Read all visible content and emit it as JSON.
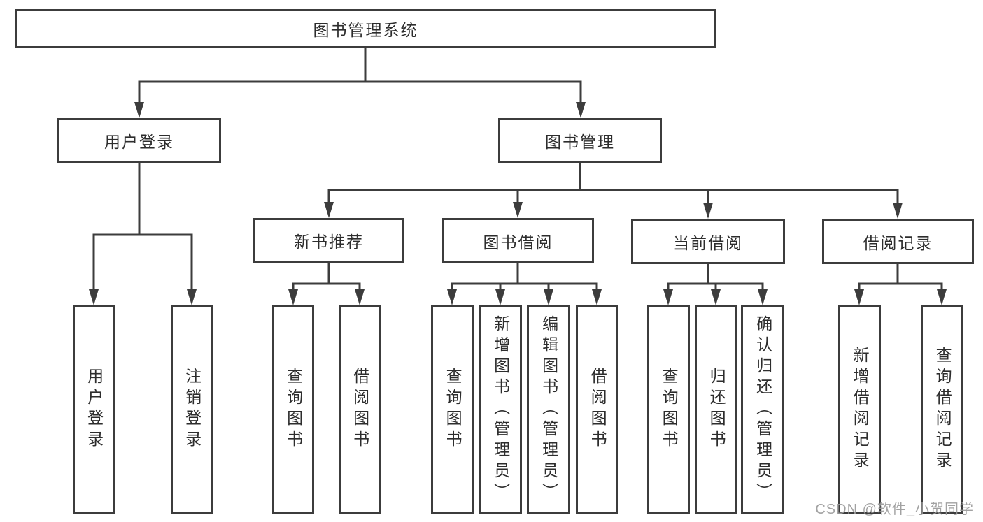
{
  "diagram": {
    "root": {
      "label": "图书管理系统"
    },
    "branches": [
      {
        "label": "用户登录",
        "children": [
          {
            "label": "用户登录"
          },
          {
            "label": "注销登录"
          }
        ]
      },
      {
        "label": "图书管理",
        "children": [
          {
            "label": "新书推荐",
            "children": [
              {
                "label": "查询图书"
              },
              {
                "label": "借阅图书"
              }
            ]
          },
          {
            "label": "图书借阅",
            "children": [
              {
                "label": "查询图书"
              },
              {
                "label": "新增图书（管理员）"
              },
              {
                "label": "编辑图书（管理员）"
              },
              {
                "label": "借阅图书"
              }
            ]
          },
          {
            "label": "当前借阅",
            "children": [
              {
                "label": "查询图书"
              },
              {
                "label": "归还图书"
              },
              {
                "label": "确认归还（管理员）"
              }
            ]
          },
          {
            "label": "借阅记录",
            "children": [
              {
                "label": "新增借阅记录"
              },
              {
                "label": "查询借阅记录"
              }
            ]
          }
        ]
      }
    ]
  },
  "watermark": {
    "text": "CSDN @软件_小贺同学"
  },
  "colors": {
    "line": "#3c3c3c",
    "text": "#2d2d2d",
    "bg": "#ffffff",
    "watermark": "#9b9b9b"
  }
}
